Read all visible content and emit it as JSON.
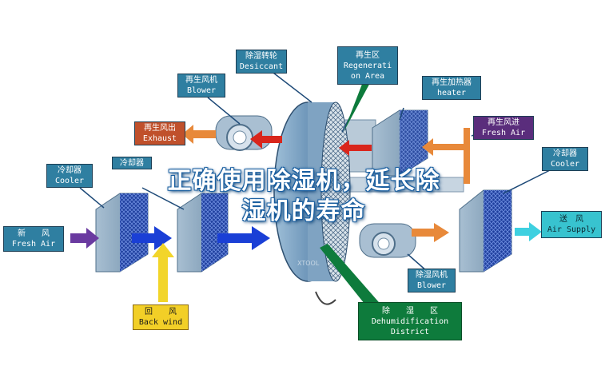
{
  "headline": {
    "line1": "正确使用除湿机，延长除",
    "line2": "湿机的寿命"
  },
  "labels": {
    "desiccant": {
      "zh": "除湿转轮",
      "en": "Desiccant"
    },
    "regeneration_area": {
      "zh": "再生区",
      "en1": "Regenerati",
      "en2": "on Area"
    },
    "regen_blower": {
      "zh": "再生风机",
      "en": "Blower"
    },
    "regen_heater": {
      "zh": "再生加热器",
      "en": "heater"
    },
    "exhaust": {
      "zh": "再生风出",
      "en": "Exhaust"
    },
    "regen_fresh_air": {
      "zh": "再生风进",
      "en": "Fresh Air"
    },
    "cooler_left": {
      "zh": "冷却器",
      "en": "Cooler"
    },
    "cooler_second": {
      "zh": "冷却器"
    },
    "cooler_right": {
      "zh": "冷却器",
      "en": "Cooler"
    },
    "fresh_air_in": {
      "zh": "新　　风",
      "en": "Fresh Air"
    },
    "air_supply": {
      "zh": "送　风",
      "en": "Air Supply"
    },
    "back_wind": {
      "zh": "回　　风",
      "en": "Back wind"
    },
    "dehum_blower": {
      "zh": "除湿风机",
      "en": "Blower"
    },
    "dehum_district": {
      "zh": "除　　湿　　区",
      "en1": "Dehumidification",
      "en2": "District"
    }
  },
  "colors": {
    "box_blue": "#2f7fa1",
    "box_red": "#c0502b",
    "box_purple": "#5a2d7c",
    "box_cyan": "#38c3cf",
    "box_yellow": "#f2cf27",
    "box_green": "#0e7b3c",
    "arrow_red": "#d9261c",
    "arrow_orange": "#e8893a",
    "arrow_blue": "#1a3fd6",
    "arrow_yellow": "#f2d52a",
    "arrow_cyan": "#3ed0e0",
    "arrow_purple": "#6a3aa0"
  },
  "watermark": "XTOOL"
}
